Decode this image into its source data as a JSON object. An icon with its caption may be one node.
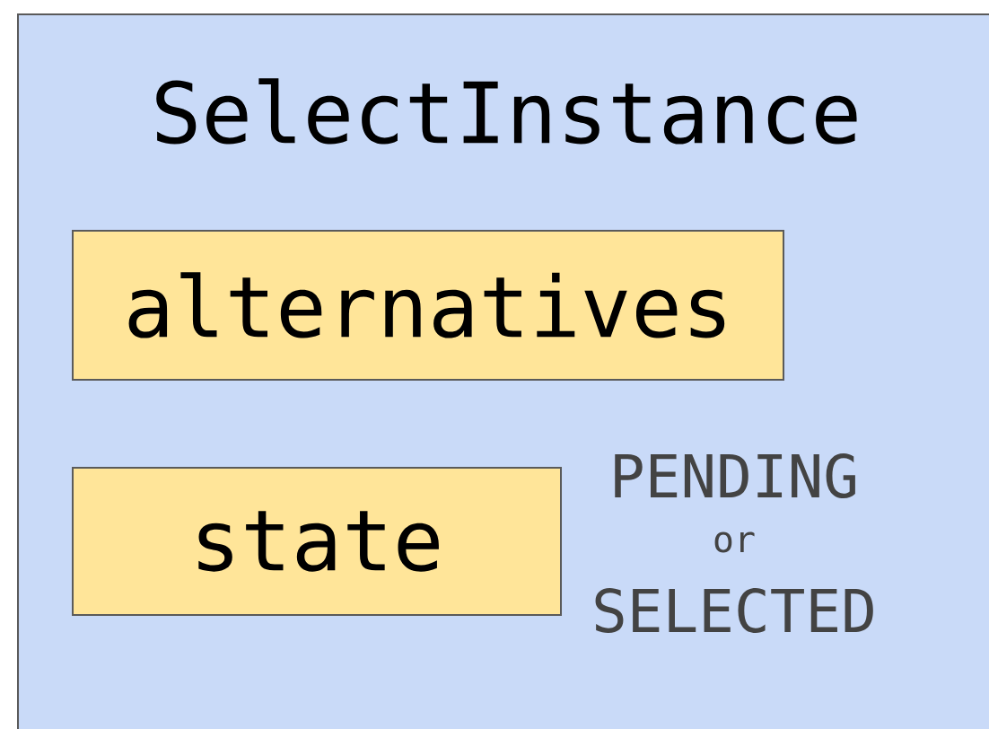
{
  "diagram": {
    "nodes": [
      {
        "text": [
          "SelectInstance"
        ]
      },
      {
        "text": [
          "alternatives"
        ],
        "in": 0
      },
      {
        "text": [
          "state"
        ],
        "in": 0,
        "beside": [
          "PENDING",
          "or",
          "SELECTED"
        ]
      }
    ]
  }
}
